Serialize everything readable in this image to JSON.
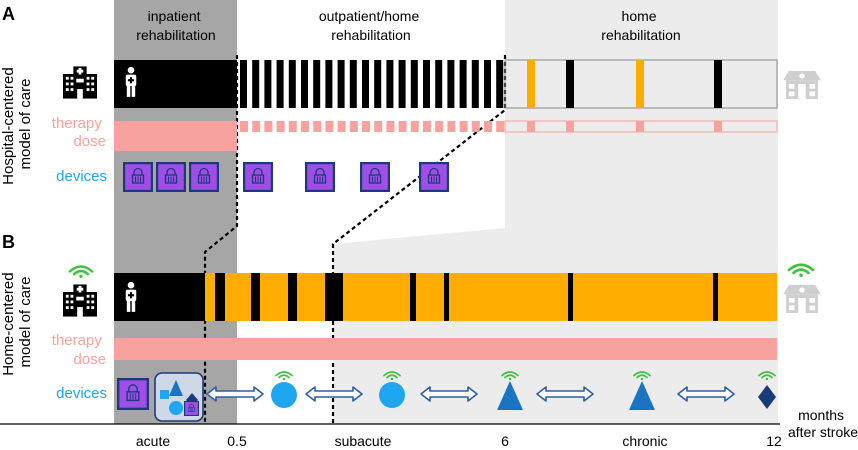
{
  "panel_a": {
    "letter": "A",
    "side_label": [
      "Hospital-centered",
      "model of care"
    ],
    "phase_inpatient": [
      "inpatient",
      "rehabilitation"
    ],
    "phase_outpatient": [
      "outpatient/home",
      "rehabilitation"
    ],
    "phase_home": [
      "home",
      "rehabilitation"
    ],
    "row_dose": [
      "therapy",
      "dose"
    ],
    "row_devices": "devices"
  },
  "panel_b": {
    "letter": "B",
    "side_label": [
      "Home-centered",
      "model of care"
    ],
    "row_dose": [
      "therapy",
      "dose"
    ],
    "row_devices": "devices"
  },
  "timeline": {
    "acute": "acute",
    "t_half": "0.5",
    "subacute": "subacute",
    "t_six": "6",
    "chronic": "chronic",
    "t_twelve": "12",
    "unit": [
      "months",
      "after stroke"
    ]
  },
  "colors": {
    "gray_phase": "#a6a6a6",
    "light_phase": "#ececec",
    "black": "#000000",
    "orange": "#ffac00",
    "salmon": "#f7a29c",
    "purple": "#a04ee8",
    "device_border": "#1a3b78",
    "cyan": "#1ea6f0",
    "blue_cone": "#1b73c4",
    "navy": "#1a3b78",
    "wifi_green": "#3cc23c"
  }
}
